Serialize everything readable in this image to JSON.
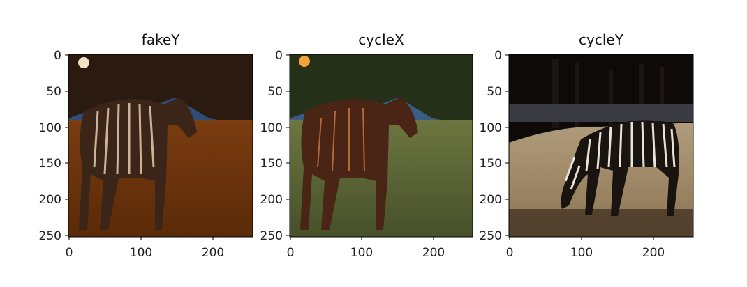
{
  "figure": {
    "panels": [
      {
        "title": "fakeY",
        "x_ticks": [
          "0",
          "100",
          "200"
        ],
        "y_ticks": [
          "0",
          "50",
          "100",
          "150",
          "200",
          "250"
        ],
        "colors": {
          "sky": "#2f4c7a",
          "trees": "#2a1a10",
          "ground_top": "#7a3c10",
          "ground_bottom": "#5a2a08",
          "animal": "#3b2418",
          "stripes": "#c9b49a"
        }
      },
      {
        "title": "cycleX",
        "x_ticks": [
          "0",
          "100",
          "200"
        ],
        "y_ticks": [
          "0",
          "50",
          "100",
          "150",
          "200",
          "250"
        ],
        "colors": {
          "sky": "#3b5c86",
          "trees": "#243018",
          "ground_top": "#6d7640",
          "ground_bottom": "#46502a",
          "animal": "#4a2414",
          "stripes": "#b06a3a"
        }
      },
      {
        "title": "cycleY",
        "x_ticks": [
          "0",
          "100",
          "200"
        ],
        "y_ticks": [
          "0",
          "50",
          "100",
          "150",
          "200",
          "250"
        ],
        "colors": {
          "sky": "#0d0a08",
          "trees": "#1b1612",
          "ground_top": "#b09c7c",
          "ground_bottom": "#8c7454",
          "animal": "#1a1410",
          "stripes": "#e8e2d8"
        }
      }
    ]
  }
}
